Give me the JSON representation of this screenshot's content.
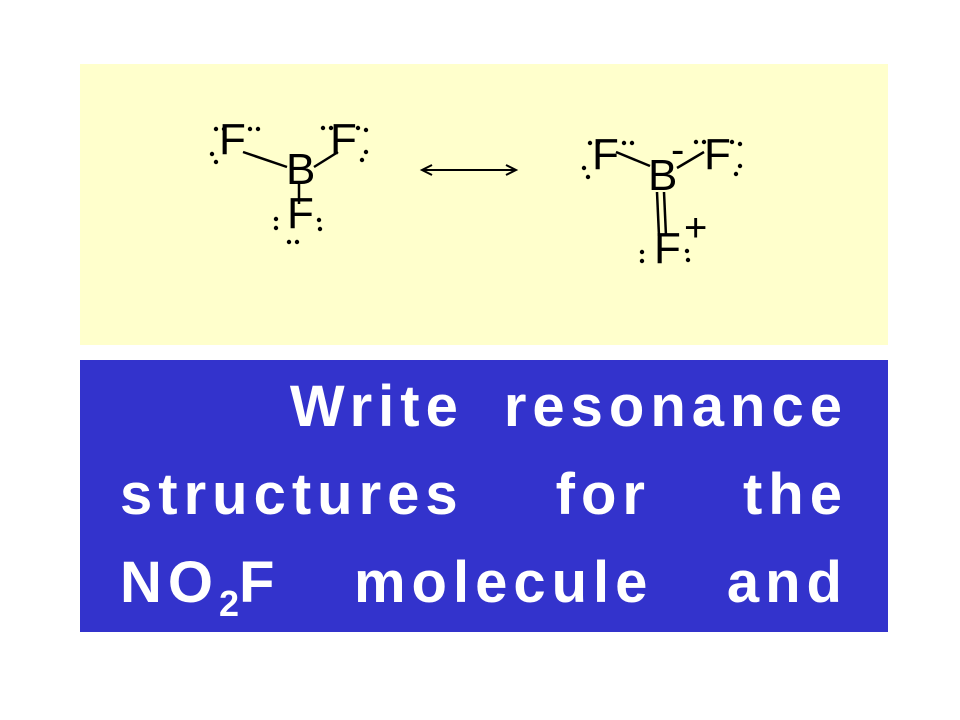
{
  "colors": {
    "diagram_background": "#ffffcc",
    "text_panel_background": "#3333cc",
    "text_color": "#ffffff",
    "ink": "#000000"
  },
  "diagram": {
    "structure_left": {
      "atoms": {
        "top_left": "F",
        "top_right": "F",
        "center": "B",
        "bottom": "F"
      }
    },
    "structure_right": {
      "atoms": {
        "top_left": "F",
        "top_right": "F",
        "center": "B",
        "bottom": "F"
      },
      "charges": {
        "boron": "-",
        "fluorine": "+"
      }
    }
  },
  "text_panel": {
    "line1": [
      "Write",
      "resonance"
    ],
    "line2": [
      "structures",
      "for",
      "the"
    ],
    "line3": {
      "formula_prefix": "NO",
      "formula_subscript": "2",
      "formula_suffix": "F",
      "words": [
        "molecule",
        "and"
      ]
    }
  }
}
